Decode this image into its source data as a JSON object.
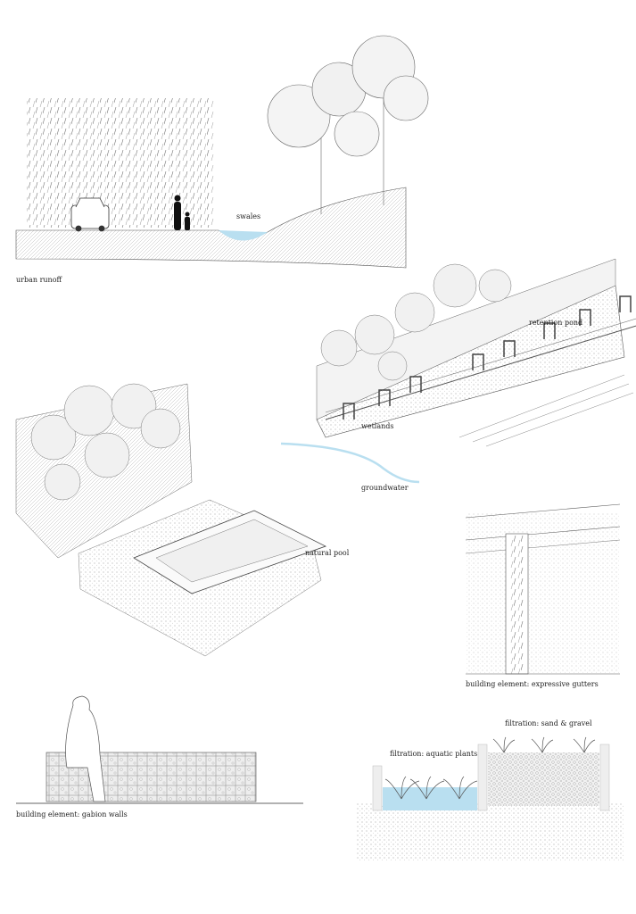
{
  "labels": {
    "swales": "swales",
    "urban_runoff": "urban runoff",
    "retention_pond": "retention pond",
    "wetlands": "wetlands",
    "groundwater": "groundwater",
    "natural_pool": "natural pool",
    "gutters": "building element: expressive gutters",
    "gabion": "building element: gabion walls",
    "aquatic": "filtration: aquatic plants",
    "sand": "filtration: sand & gravel"
  },
  "colors": {
    "water": "#b9dff0",
    "line": "#333333",
    "hatch": "#9a9a9a",
    "ground": "#d8d8d8"
  }
}
